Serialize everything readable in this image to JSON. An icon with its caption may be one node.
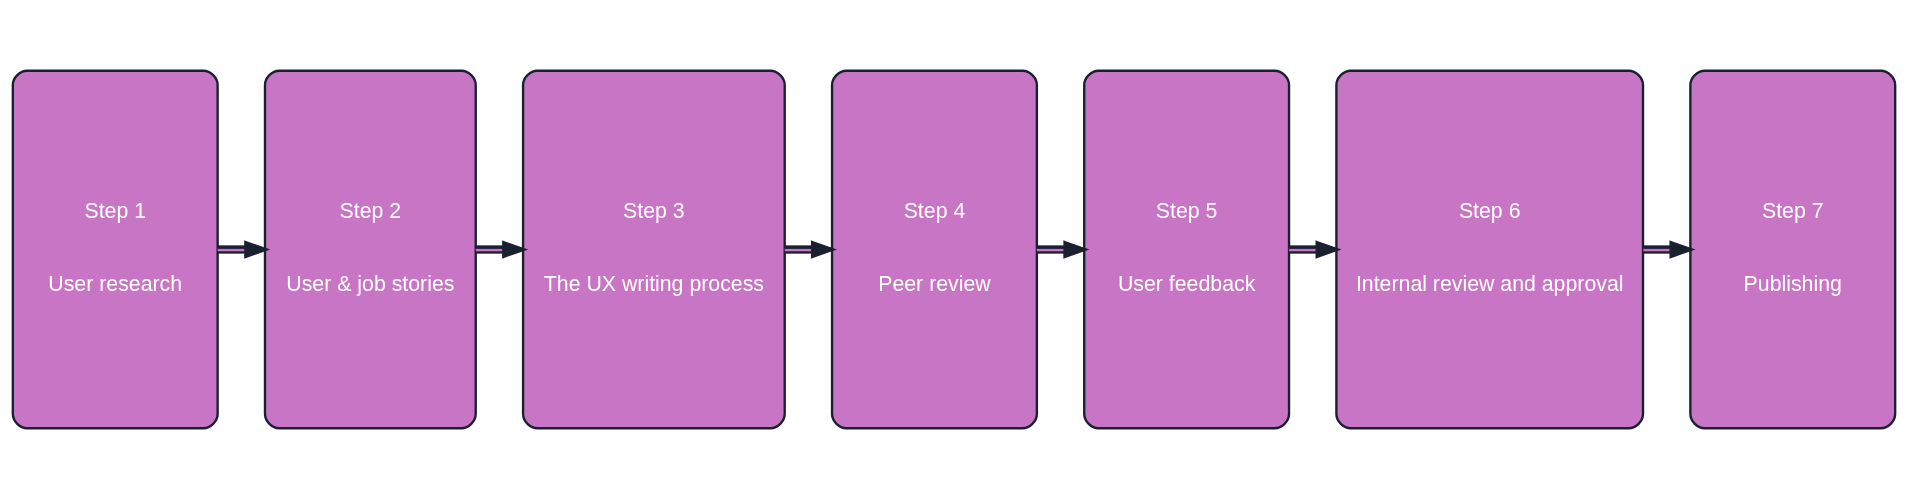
{
  "diagram": {
    "nodes": [
      {
        "text": [
          "Step 1",
          "User research"
        ]
      },
      {
        "text": [
          "Step 2",
          "User & job stories"
        ]
      },
      {
        "text": [
          "Step 3",
          "The UX writing process"
        ]
      },
      {
        "text": [
          "Step 4",
          "Peer review"
        ]
      },
      {
        "text": [
          "Step 5",
          "User feedback"
        ]
      },
      {
        "text": [
          "Step 6",
          "Internal review and approval"
        ]
      },
      {
        "text": [
          "Step 7",
          "Publishing"
        ]
      }
    ],
    "edges": [
      {
        "from": 0,
        "to": 1,
        "arrow": "to"
      },
      {
        "from": 1,
        "to": 2,
        "arrow": "to"
      },
      {
        "from": 2,
        "to": 3,
        "arrow": "to"
      },
      {
        "from": 3,
        "to": 4,
        "arrow": "to"
      },
      {
        "from": 4,
        "to": 5,
        "arrow": "to"
      },
      {
        "from": 5,
        "to": 6,
        "arrow": "to"
      }
    ]
  }
}
